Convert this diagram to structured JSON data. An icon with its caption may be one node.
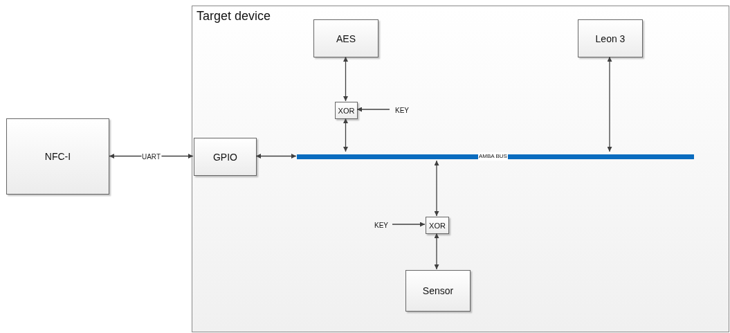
{
  "diagram": {
    "nodes": [
      {
        "text": [
          "Target device"
        ]
      },
      {
        "text": [
          "NFC-I"
        ]
      },
      {
        "text": [
          "GPIO"
        ],
        "in": 0
      },
      {
        "text": [
          "AES"
        ],
        "in": 0
      },
      {
        "text": [
          "Leon 3"
        ],
        "in": 0
      },
      {
        "text": [
          "XOR"
        ],
        "in": 0
      },
      {
        "text": [
          "KEY"
        ],
        "in": 0
      },
      {
        "text": [
          "AMBA BUS"
        ],
        "in": 0
      },
      {
        "text": [
          "KEY"
        ],
        "in": 0
      },
      {
        "text": [
          "XOR"
        ],
        "in": 0
      },
      {
        "text": [
          "Sensor"
        ],
        "in": 0
      }
    ],
    "edges": [
      {
        "from": 1,
        "to": 2,
        "arrow": "both",
        "label": "UART"
      },
      {
        "from": 2,
        "to": 7,
        "arrow": "both"
      },
      {
        "from": 3,
        "to": 5,
        "arrow": "both"
      },
      {
        "from": 6,
        "to": 5,
        "arrow": "to"
      },
      {
        "from": 5,
        "to": 7,
        "arrow": "both"
      },
      {
        "from": 4,
        "to": 7,
        "arrow": "both"
      },
      {
        "from": 7,
        "to": 9,
        "arrow": "both"
      },
      {
        "from": 8,
        "to": 9,
        "arrow": "to"
      },
      {
        "from": 9,
        "to": 10,
        "arrow": "both"
      }
    ]
  }
}
